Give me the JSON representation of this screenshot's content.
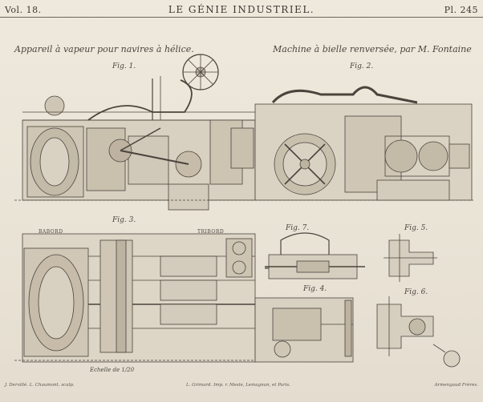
{
  "header": {
    "volume": "Vol. 18.",
    "title": "LE GÉNIE INDUSTRIEL.",
    "plate": "Pl. 245"
  },
  "subtitles": {
    "left": "Appareil à vapeur pour navires à hélice.",
    "right": "Machine à bielle renversée, par M. Fontaine"
  },
  "figures": {
    "fig1": "Fig. 1.",
    "fig2": "Fig. 2.",
    "fig3": "Fig. 3.",
    "fig4": "Fig. 4.",
    "fig5": "Fig. 5.",
    "fig6": "Fig. 6.",
    "fig7": "Fig. 7."
  },
  "labels": {
    "babord": "BABORD",
    "tribord": "TRIBORD",
    "scale": "Echelle de 1/20"
  },
  "footer": {
    "left": "J. Dervillé. L. Chaumont. sculp.",
    "center": "L. Grimard. Imp. r. Mesle, Lemagnan, et Paris.",
    "right": "Armengaud Frères."
  }
}
